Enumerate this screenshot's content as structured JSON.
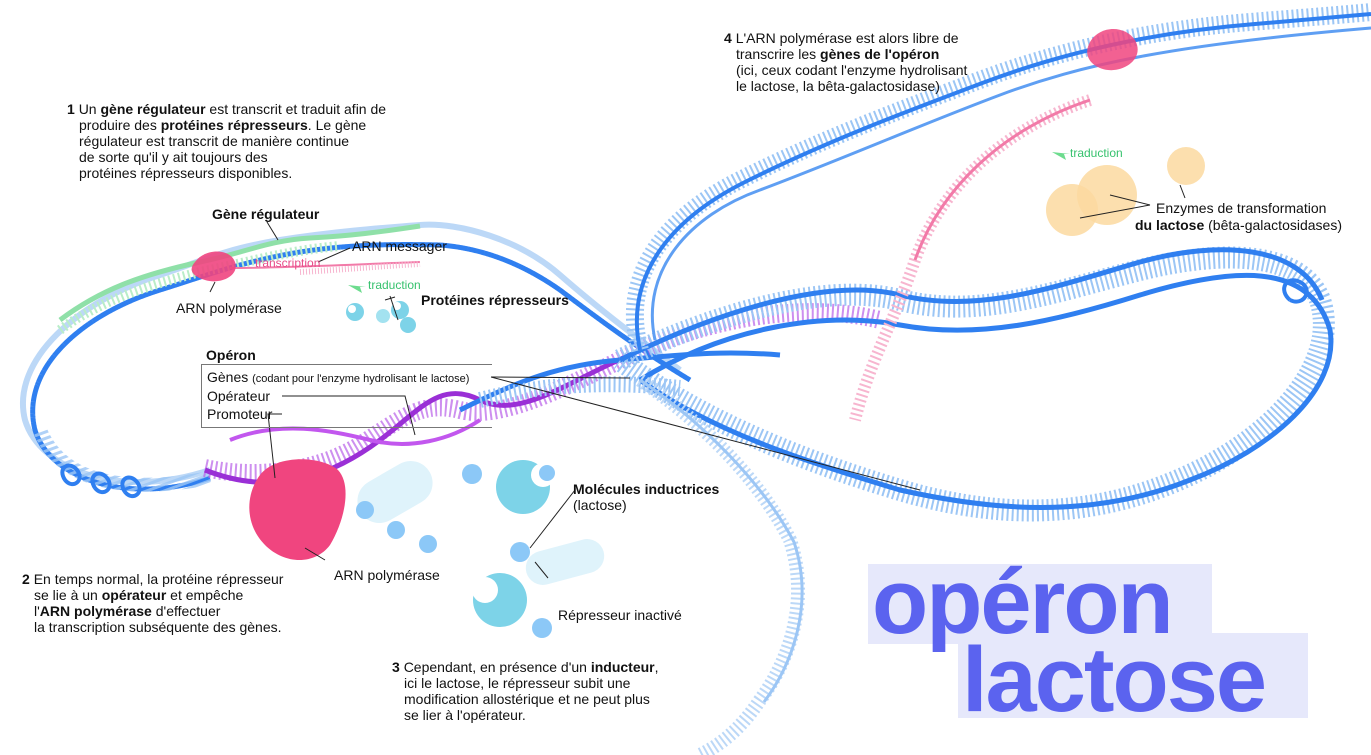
{
  "steps": {
    "step1": {
      "num": "1",
      "lines": [
        [
          "Un ",
          "gène régulateur",
          " est transcrit et traduit afin de"
        ],
        [
          "produire des ",
          "protéines répresseurs",
          ". Le gène"
        ],
        [
          "régulateur est transcrit de manière continue",
          "",
          ""
        ],
        [
          "de sorte qu'il y ait toujours des",
          "",
          ""
        ],
        [
          "protéines répresseurs disponibles.",
          "",
          ""
        ]
      ]
    },
    "step2": {
      "num": "2",
      "lines": [
        [
          "En temps normal, la protéine répresseur",
          "",
          ""
        ],
        [
          "se lie à un ",
          "opérateur",
          " et empêche"
        ],
        [
          "l'",
          "ARN polymérase",
          " d'effectuer"
        ],
        [
          "la transcription subséquente des gènes.",
          "",
          ""
        ]
      ]
    },
    "step3": {
      "num": "3",
      "lines": [
        [
          "Cependant, en présence d'un ",
          "inducteur",
          ","
        ],
        [
          "ici le lactose, le répresseur subit une",
          "",
          ""
        ],
        [
          "modification allostérique et ne peut plus",
          "",
          ""
        ],
        [
          "se lier à l'opérateur.",
          "",
          ""
        ]
      ]
    },
    "step4": {
      "num": "4",
      "lines": [
        [
          "L'ARN polymérase est alors libre de",
          "",
          ""
        ],
        [
          "transcrire les ",
          "gènes de l'opéron",
          ""
        ],
        [
          "(ici, ceux codant l'enzyme hydrolisant",
          "",
          ""
        ],
        [
          "le lactose, la bêta-galactosidase)",
          "",
          ""
        ]
      ]
    }
  },
  "labels": {
    "gene_regulateur": "Gène régulateur",
    "arn_messager": "ARN messager",
    "transcription": "transcription",
    "arn_polymerase_top": "ARN polymérase",
    "traduction_left": "traduction",
    "proteines_represseurs": "Protéines répresseurs",
    "operon": "Opéron",
    "genes": "Gènes",
    "genes_note": "(codant pour l'enzyme hydrolisant le lactose)",
    "operateur": "Opérateur",
    "promoteur": "Promoteur",
    "molecules_inductrices": "Molécules inductrices",
    "lactose_paren": "(lactose)",
    "arn_polymerase_bottom": "ARN polymérase",
    "represseur_inactive": "Répresseur inactivé",
    "traduction_right": "traduction",
    "enzymes_line1": "Enzymes de transformation",
    "enzymes_line2_bold": "du lactose",
    "enzymes_line2_rest": " (bêta-galactosidases)"
  },
  "title": {
    "line1": "opéron",
    "line2": "lactose"
  },
  "colors": {
    "dna_blue": "#2f7ff0",
    "dna_light": "#9cc6f5",
    "mrna_pink": "#f27aa8",
    "polymerase": "#f0457f",
    "repressor": "#7dd3e8",
    "green": "#8fe0a8",
    "purple": "#9a2fd6",
    "enzyme": "#fcd9a0",
    "title": "#5b63ef"
  }
}
